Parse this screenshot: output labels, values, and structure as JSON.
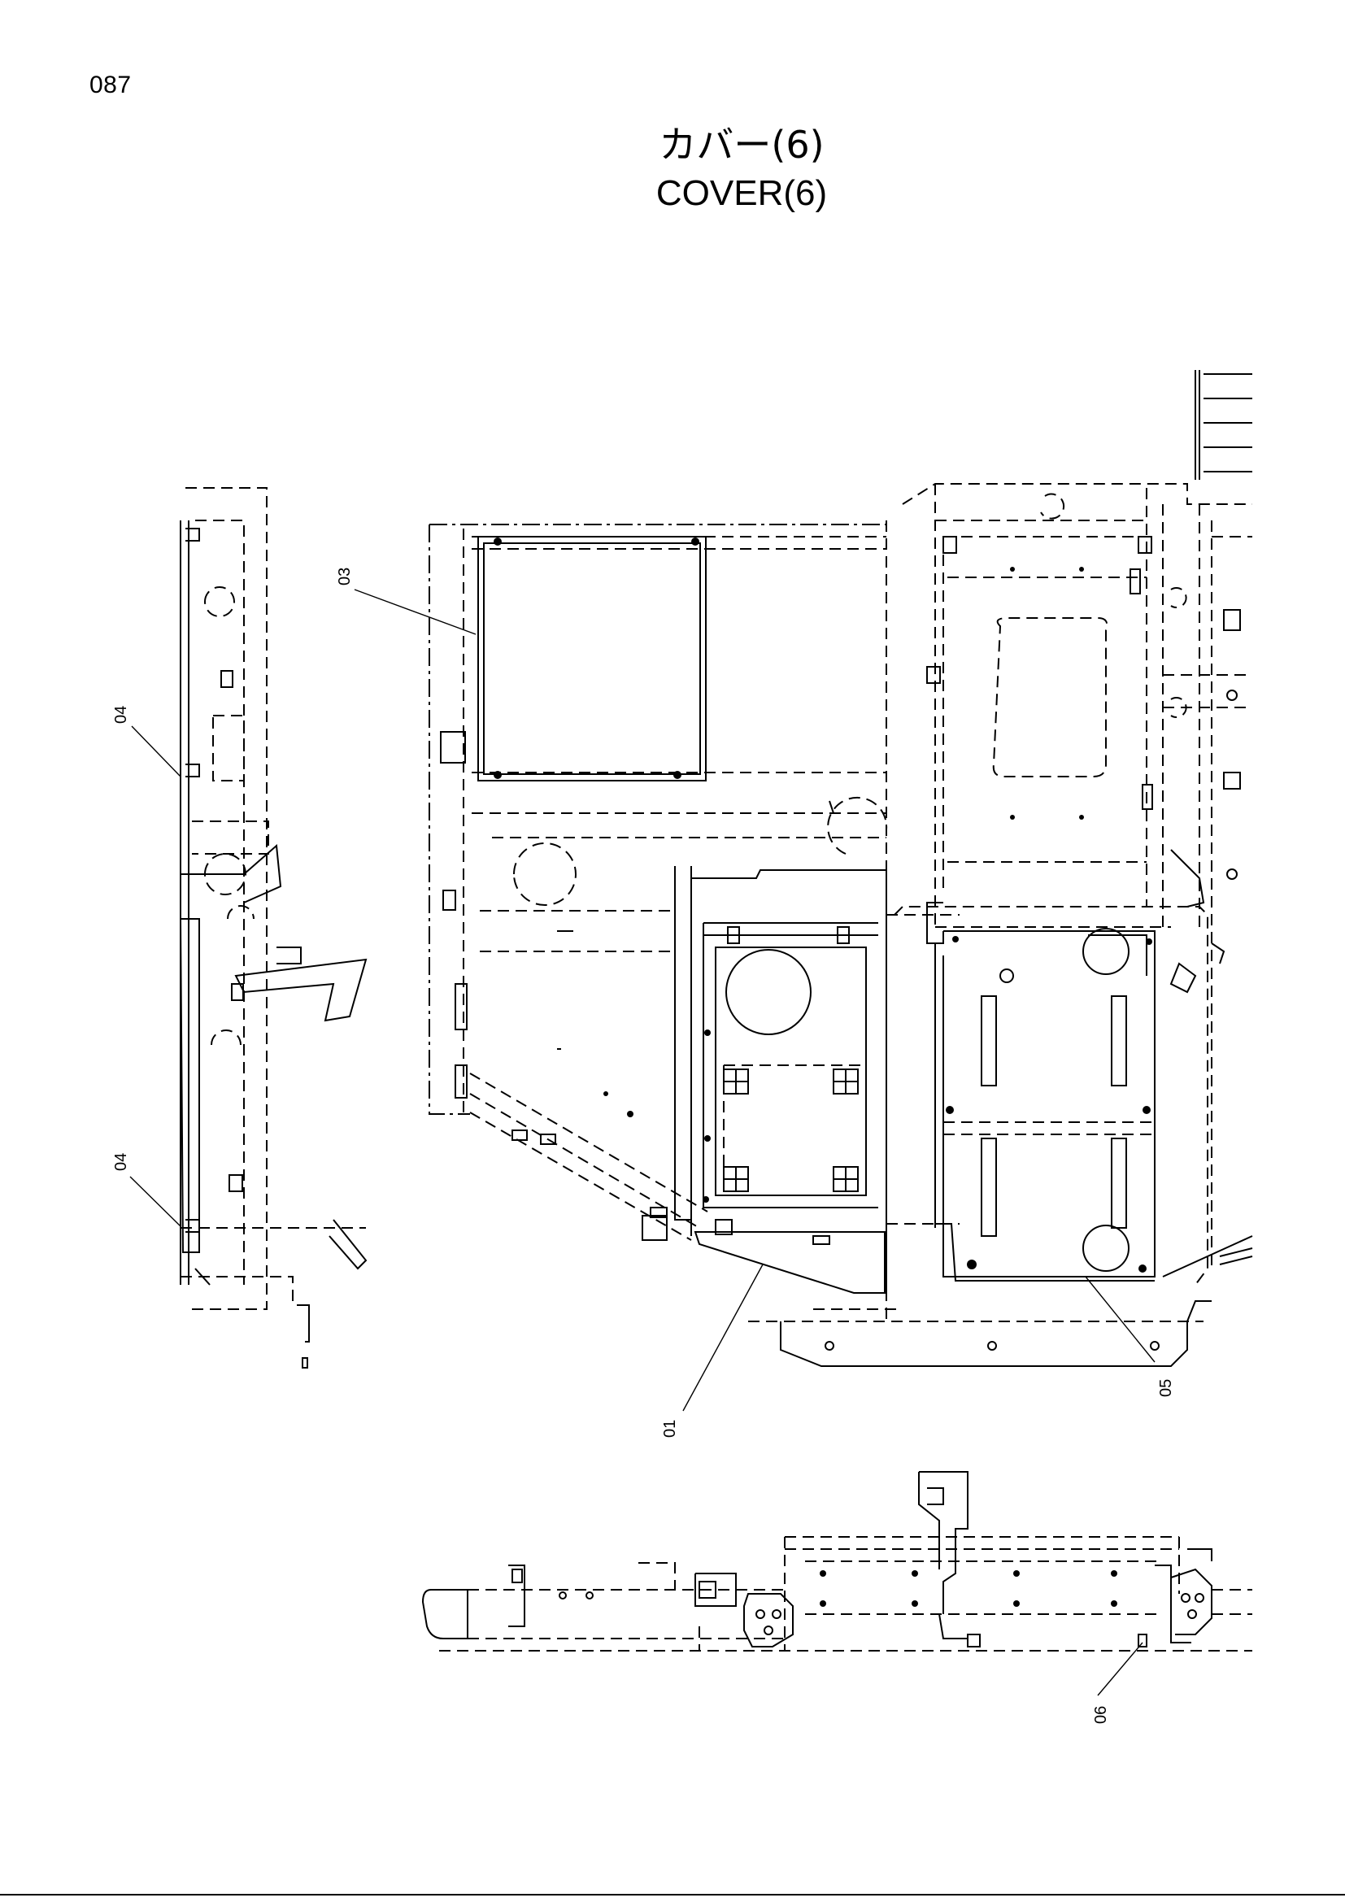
{
  "page": {
    "number": "087",
    "title_jp": "カバー(6)",
    "title_en": "COVER(6)"
  },
  "callouts": [
    {
      "id": "01",
      "label": "01"
    },
    {
      "id": "03",
      "label": "03"
    },
    {
      "id": "04a",
      "label": "04"
    },
    {
      "id": "04b",
      "label": "04"
    },
    {
      "id": "05",
      "label": "05"
    },
    {
      "id": "06",
      "label": "06"
    }
  ]
}
